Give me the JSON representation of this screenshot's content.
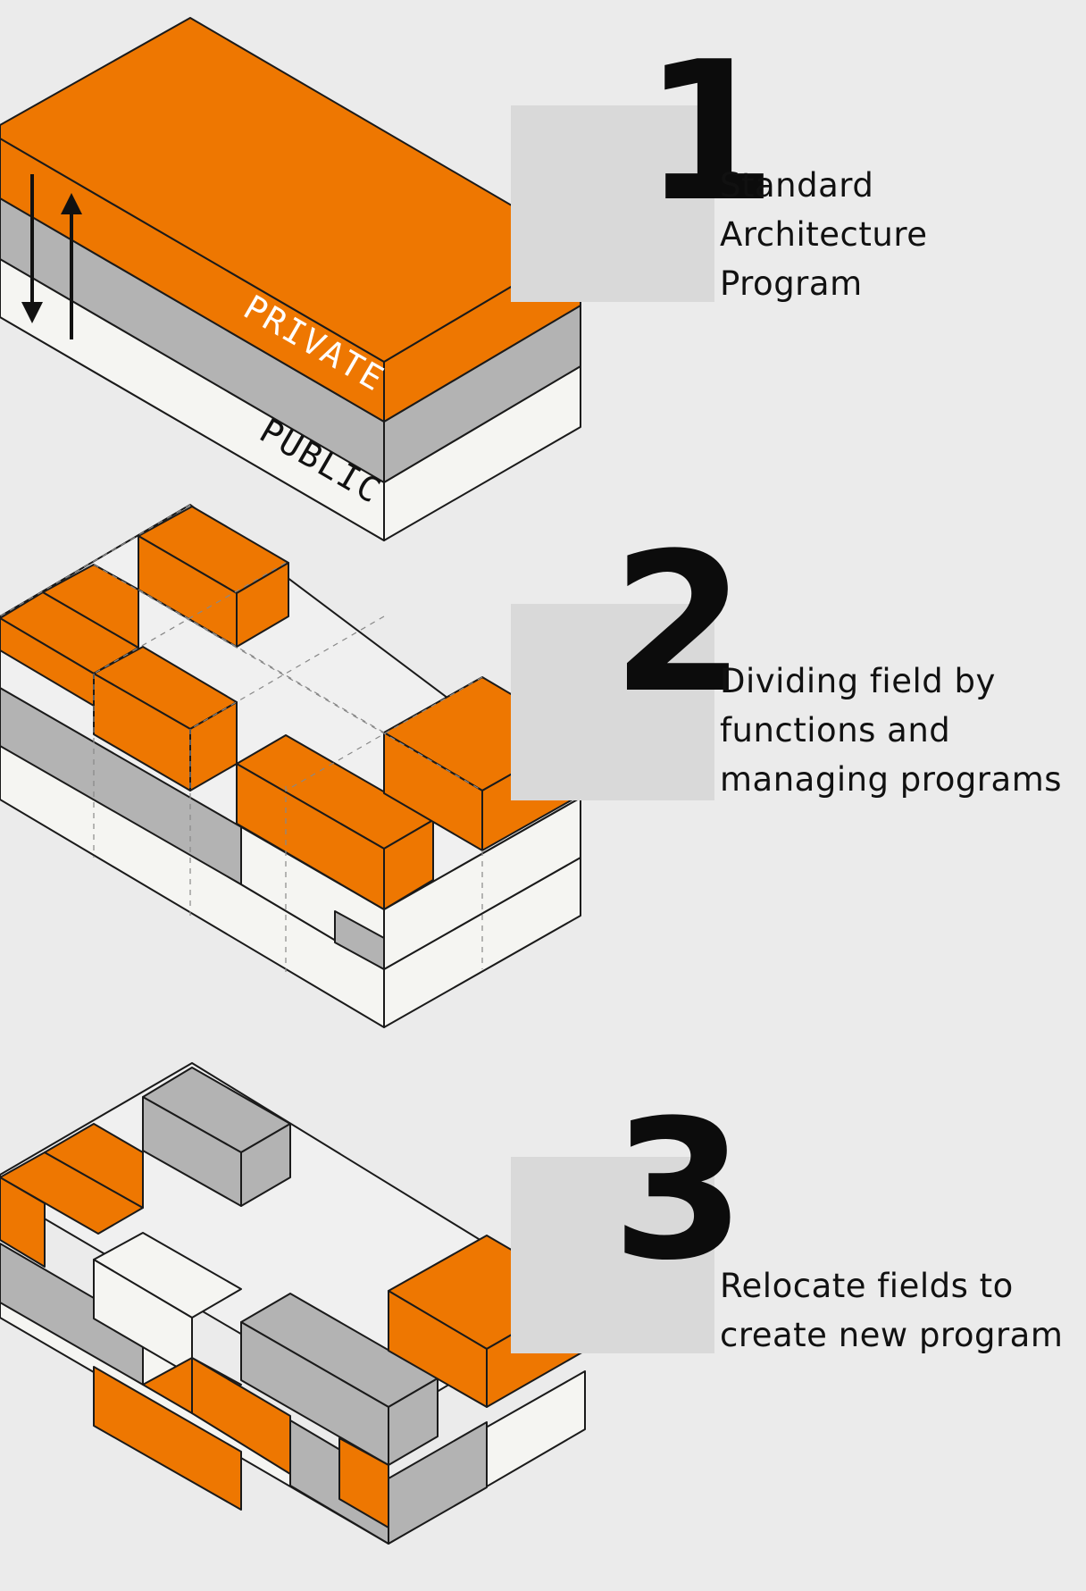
{
  "colors": {
    "orange": "#ee7701",
    "gray": "#b3b3b3",
    "white": "#f5f5f2",
    "background": "#ebebeb",
    "label_box": "#d9d9d9"
  },
  "steps": [
    {
      "number": "1",
      "lines": [
        "Standard",
        "Architecture",
        "Program"
      ]
    },
    {
      "number": "2",
      "lines": [
        "Dividing field by",
        "functions and",
        "managing programs"
      ]
    },
    {
      "number": "3",
      "lines": [
        "Relocate fields to",
        "create new program"
      ]
    }
  ],
  "block_labels": {
    "private": "PRIVATE",
    "public": "PUBLIC"
  },
  "icons": {
    "arrows": "up-down-arrows-icon"
  }
}
